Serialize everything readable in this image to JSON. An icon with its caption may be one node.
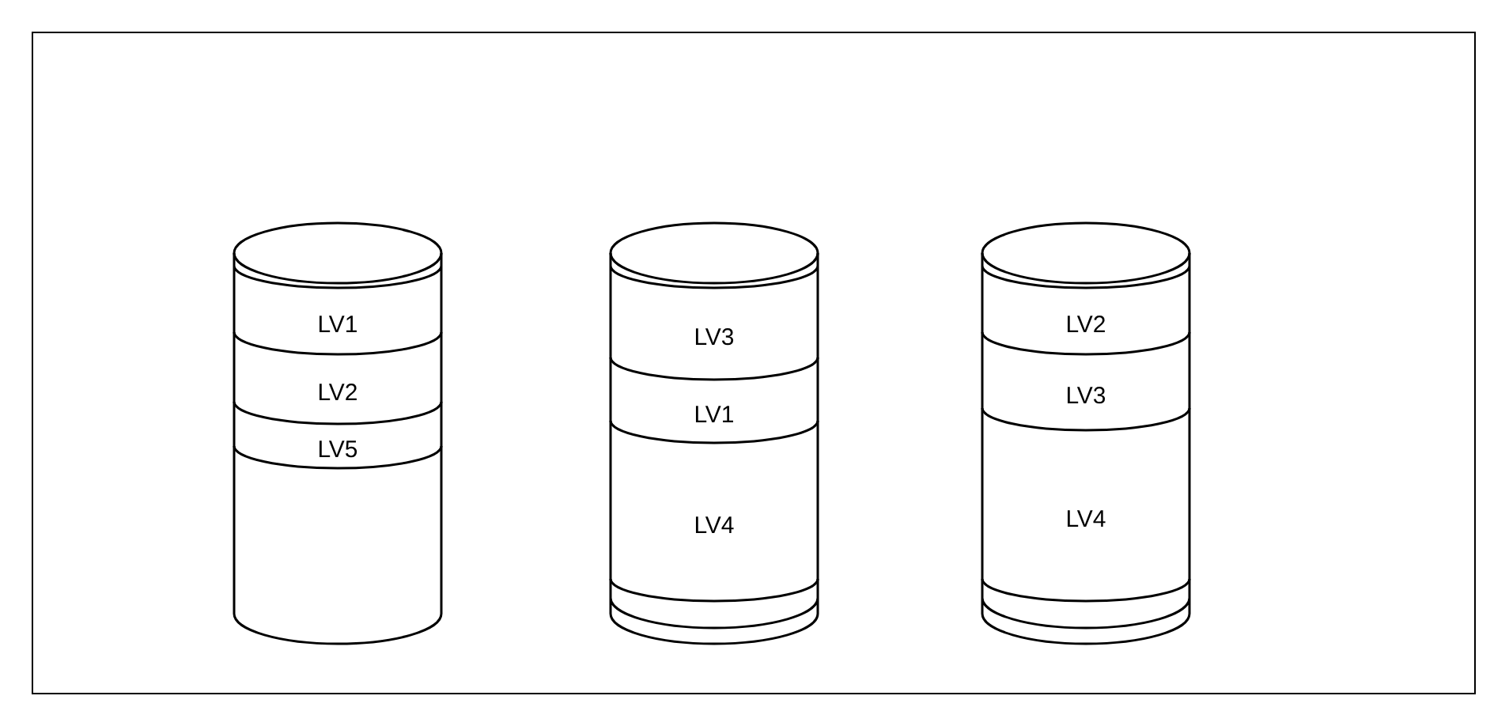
{
  "diagram": {
    "nodes": [
      {
        "text": [],
        "shape": "cylinder"
      },
      {
        "text": [
          "LV1"
        ],
        "in": 0
      },
      {
        "text": [
          "LV2"
        ],
        "in": 0
      },
      {
        "text": [
          "LV5"
        ],
        "in": 0
      },
      {
        "text": [],
        "shape": "cylinder"
      },
      {
        "text": [
          "LV3"
        ],
        "in": 4
      },
      {
        "text": [
          "LV1"
        ],
        "in": 4
      },
      {
        "text": [
          "LV4"
        ],
        "in": 4
      },
      {
        "text": [],
        "shape": "cylinder"
      },
      {
        "text": [
          "LV2"
        ],
        "in": 8
      },
      {
        "text": [
          "LV3"
        ],
        "in": 8
      },
      {
        "text": [
          "LV4"
        ],
        "in": 8
      }
    ],
    "edges": []
  }
}
